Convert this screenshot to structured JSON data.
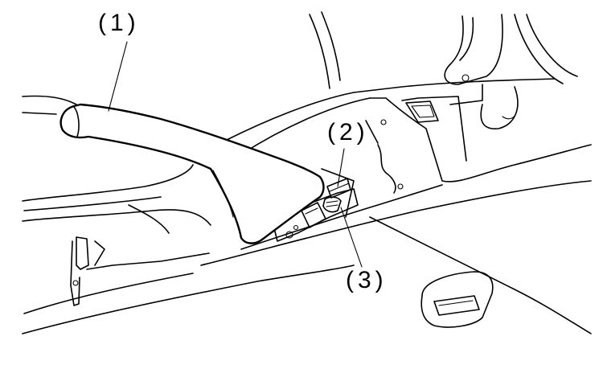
{
  "callouts": {
    "c1": "(1)",
    "c2": "(2)",
    "c3": "(3)"
  },
  "colors": {
    "line": "#000000",
    "background": "#ffffff"
  }
}
